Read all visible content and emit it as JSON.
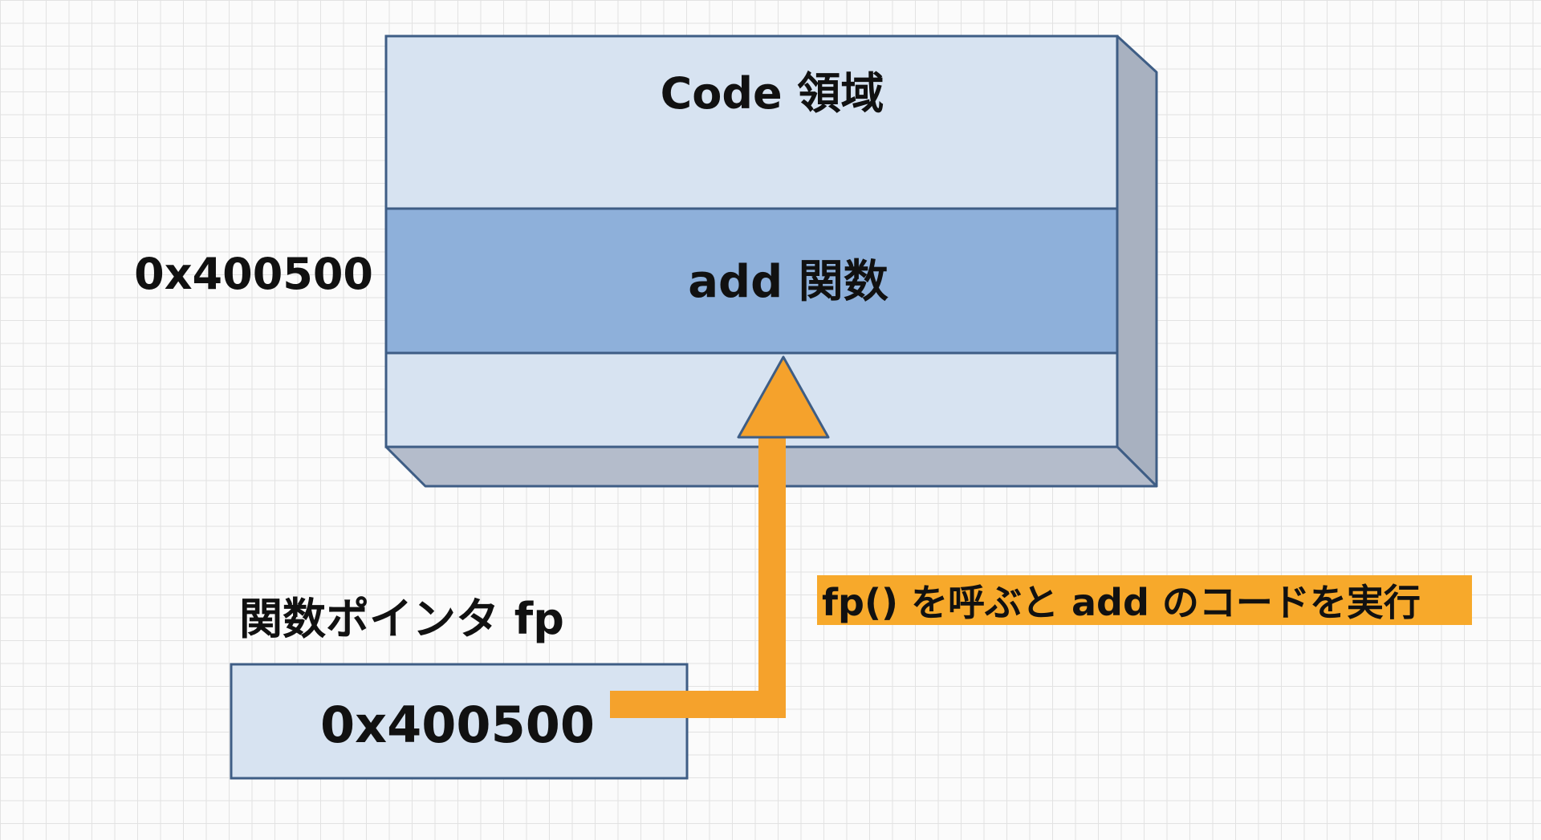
{
  "memory_block": {
    "code_region_label": "Code 領域",
    "function_label": "add 関数",
    "address_label": "0x400500"
  },
  "pointer": {
    "title": "関数ポインタ fp",
    "value": "0x400500"
  },
  "annotation": {
    "text": "fp() を呼ぶと add のコードを実行"
  },
  "colors": {
    "block_light": "#d7e3f1",
    "block_highlight": "#8eb0da",
    "block_side": "#a8b1c0",
    "block_bottom": "#b4bccb",
    "border": "#3e5d85",
    "arrow": "#f5a22c",
    "callout_bg": "#f7a92b"
  }
}
